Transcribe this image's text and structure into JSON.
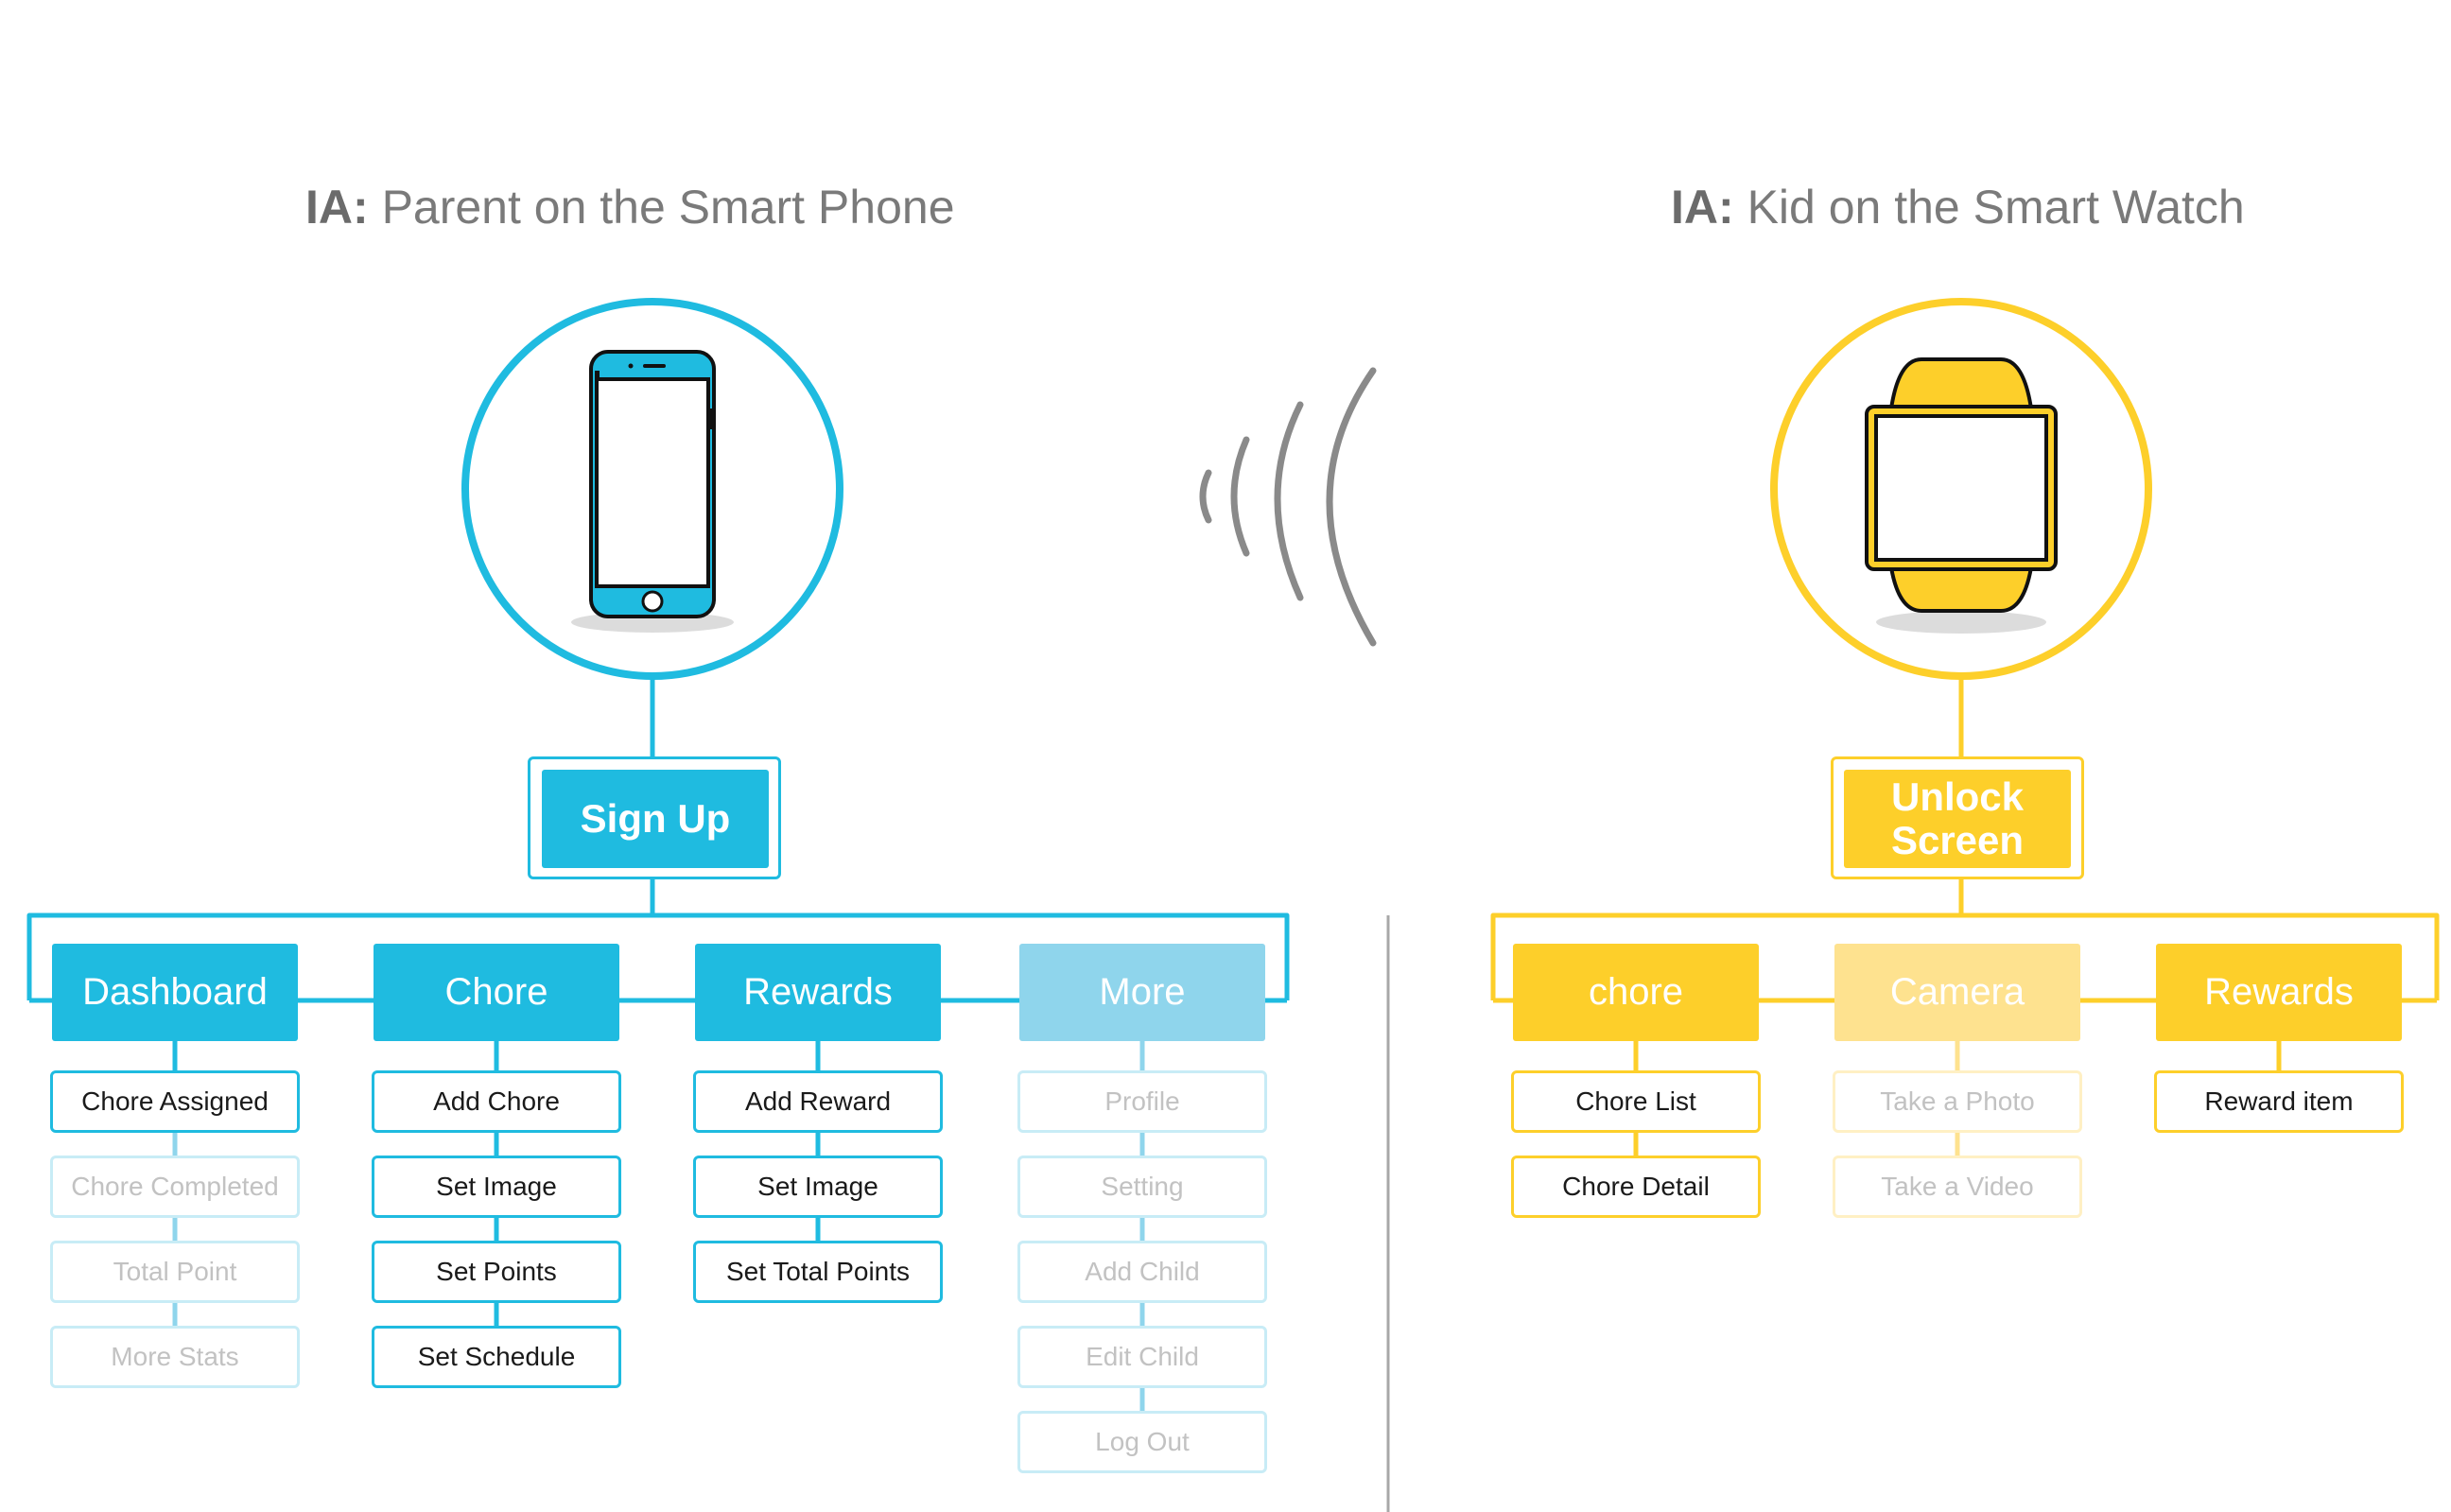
{
  "colors": {
    "blue": "#1fbbe0",
    "blue_light": "#8fd5ec",
    "yellow": "#fdcf2a",
    "yellow_light": "#fee28f",
    "grey": "#8a8a8a"
  },
  "parent": {
    "header_prefix": "IA:",
    "header_text": "Parent on the Smart Phone",
    "device_icon": "smartphone-icon",
    "root": "Sign Up",
    "columns": [
      {
        "label": "Dashboard",
        "items": [
          {
            "label": "Chore Assigned",
            "muted": false
          },
          {
            "label": "Chore Completed",
            "muted": true
          },
          {
            "label": "Total Point",
            "muted": true
          },
          {
            "label": "More Stats",
            "muted": true
          }
        ]
      },
      {
        "label": "Chore",
        "items": [
          {
            "label": "Add Chore",
            "muted": false
          },
          {
            "label": "Set Image",
            "muted": false
          },
          {
            "label": "Set Points",
            "muted": false
          },
          {
            "label": "Set Schedule",
            "muted": false
          }
        ]
      },
      {
        "label": "Rewards",
        "items": [
          {
            "label": "Add Reward",
            "muted": false
          },
          {
            "label": "Set Image",
            "muted": false
          },
          {
            "label": "Set Total Points",
            "muted": false
          }
        ]
      },
      {
        "label": "More",
        "muted": true,
        "items": [
          {
            "label": "Profile",
            "muted": true
          },
          {
            "label": "Setting",
            "muted": true
          },
          {
            "label": "Add Child",
            "muted": true
          },
          {
            "label": "Edit Child",
            "muted": true
          },
          {
            "label": "Log Out",
            "muted": true
          }
        ]
      }
    ]
  },
  "kid": {
    "header_prefix": "IA:",
    "header_text": "Kid on the Smart Watch",
    "device_icon": "smartwatch-icon",
    "root": "Unlock Screen",
    "columns": [
      {
        "label": "chore",
        "items": [
          {
            "label": "Chore List",
            "muted": false
          },
          {
            "label": "Chore Detail",
            "muted": false
          }
        ]
      },
      {
        "label": "Camera",
        "muted": true,
        "items": [
          {
            "label": "Take a Photo",
            "muted": true
          },
          {
            "label": "Take a Video",
            "muted": true
          }
        ]
      },
      {
        "label": "Rewards",
        "items": [
          {
            "label": "Reward item",
            "muted": false
          }
        ]
      }
    ]
  },
  "connection_icon": "wireless-signal-icon"
}
